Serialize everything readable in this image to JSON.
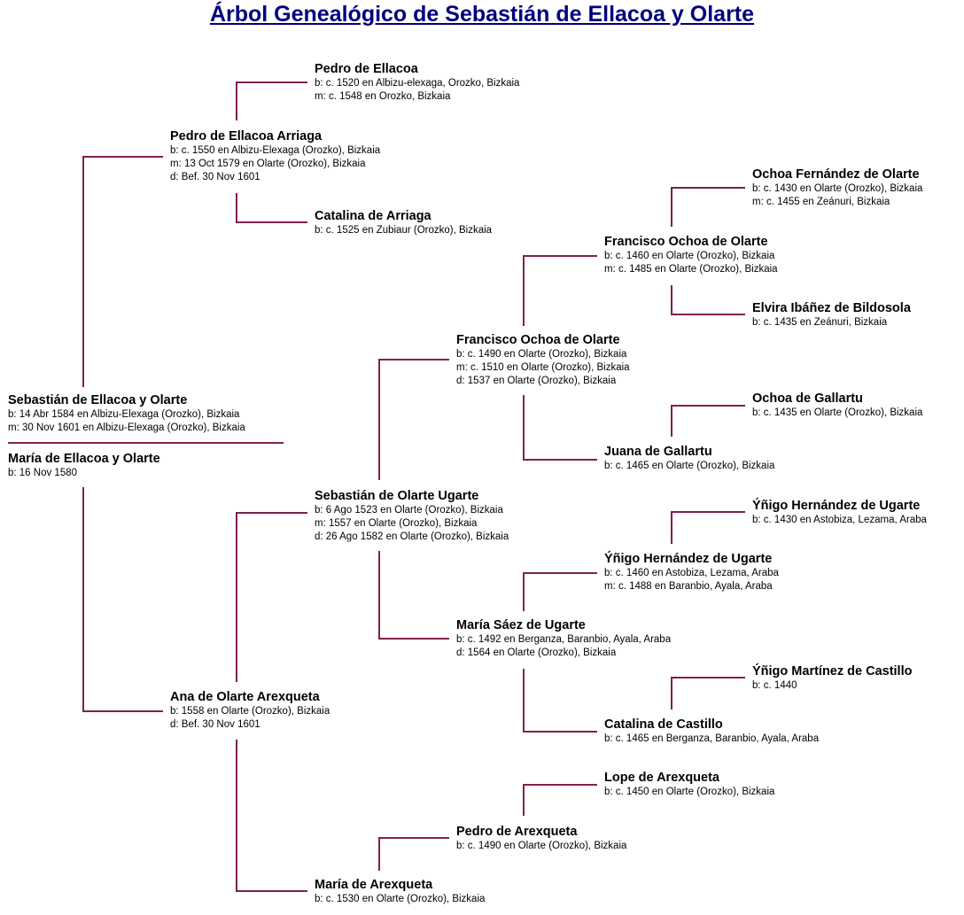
{
  "title": "Árbol Genealógico de Sebastián de Ellacoa y Olarte",
  "people": [
    {
      "name": "Sebastián de Ellacoa y Olarte",
      "details": [
        "b: 14 Abr 1584 en Albizu-Elexaga (Orozko), Bizkaia",
        "m: 30 Nov 1601 en Albizu-Elexaga (Orozko), Bizkaia"
      ]
    },
    {
      "name": "María de Ellacoa y Olarte",
      "details": [
        "b: 16 Nov 1580"
      ]
    },
    {
      "name": "Pedro de Ellacoa Arriaga",
      "details": [
        "b: c. 1550 en Albizu-Elexaga (Orozko), Bizkaia",
        "m: 13 Oct 1579 en Olarte (Orozko), Bizkaia",
        "d: Bef. 30 Nov 1601"
      ]
    },
    {
      "name": "Pedro de Ellacoa",
      "details": [
        "b: c. 1520 en Albizu-elexaga, Orozko, Bizkaia",
        "m: c. 1548 en Orozko, Bizkaia"
      ]
    },
    {
      "name": "Catalina de Arriaga",
      "details": [
        "b: c. 1525 en Zubiaur (Orozko), Bizkaia"
      ]
    },
    {
      "name": "Ana de Olarte Arexqueta",
      "details": [
        "b: 1558 en Olarte (Orozko), Bizkaia",
        "d: Bef. 30 Nov 1601"
      ]
    },
    {
      "name": "Sebastián de Olarte Ugarte",
      "details": [
        "b: 6 Ago 1523 en Olarte (Orozko), Bizkaia",
        "m: 1557 en Olarte (Orozko), Bizkaia",
        "d: 26 Ago 1582 en Olarte (Orozko), Bizkaia"
      ]
    },
    {
      "name": "María de Arexqueta",
      "details": [
        "b: c. 1530 en Olarte (Orozko), Bizkaia"
      ]
    },
    {
      "name": "Francisco Ochoa de Olarte",
      "details": [
        "b: c. 1490 en Olarte (Orozko), Bizkaia",
        "m: c. 1510 en Olarte (Orozko), Bizkaia",
        "d: 1537 en Olarte (Orozko), Bizkaia"
      ]
    },
    {
      "name": "María Sáez de Ugarte",
      "details": [
        "b: c. 1492 en Berganza, Baranbio, Ayala, Araba",
        "d: 1564 en Olarte (Orozko), Bizkaia"
      ]
    },
    {
      "name": "Pedro de Arexqueta",
      "details": [
        "b: c. 1490 en Olarte (Orozko), Bizkaia"
      ]
    },
    {
      "name": "Francisco Ochoa de Olarte",
      "details": [
        "b: c. 1460 en Olarte (Orozko), Bizkaia",
        "m: c. 1485 en Olarte (Orozko), Bizkaia"
      ]
    },
    {
      "name": "Juana de Gallartu",
      "details": [
        "b: c. 1465 en Olarte (Orozko), Bizkaia"
      ]
    },
    {
      "name": "Ýñigo Hernández de Ugarte",
      "details": [
        "b: c. 1460 en Astobiza, Lezama, Araba",
        "m: c. 1488 en Baranbio, Ayala, Araba"
      ]
    },
    {
      "name": "Catalina de Castillo",
      "details": [
        "b: c. 1465 en Berganza, Baranbio, Ayala, Araba"
      ]
    },
    {
      "name": "Lope de Arexqueta",
      "details": [
        "b: c. 1450 en Olarte (Orozko), Bizkaia"
      ]
    },
    {
      "name": "Ochoa Fernández de Olarte",
      "details": [
        "b: c. 1430 en Olarte (Orozko), Bizkaia",
        "m: c. 1455 en Zeánuri, Bizkaia"
      ]
    },
    {
      "name": "Elvira Ibáñez de Bildosola",
      "details": [
        "b: c. 1435 en Zeánuri, Bizkaia"
      ]
    },
    {
      "name": "Ochoa de Gallartu",
      "details": [
        "b: c. 1435 en Olarte (Orozko), Bizkaia"
      ]
    },
    {
      "name": "Ýñigo Hernández de Ugarte",
      "details": [
        "b: c. 1430 en Astobiza, Lezama, Araba"
      ]
    },
    {
      "name": "Ýñigo Martínez de Castillo",
      "details": [
        "b: c. 1440"
      ]
    }
  ],
  "colors": {
    "title": "#000080",
    "connector": "#802050"
  }
}
